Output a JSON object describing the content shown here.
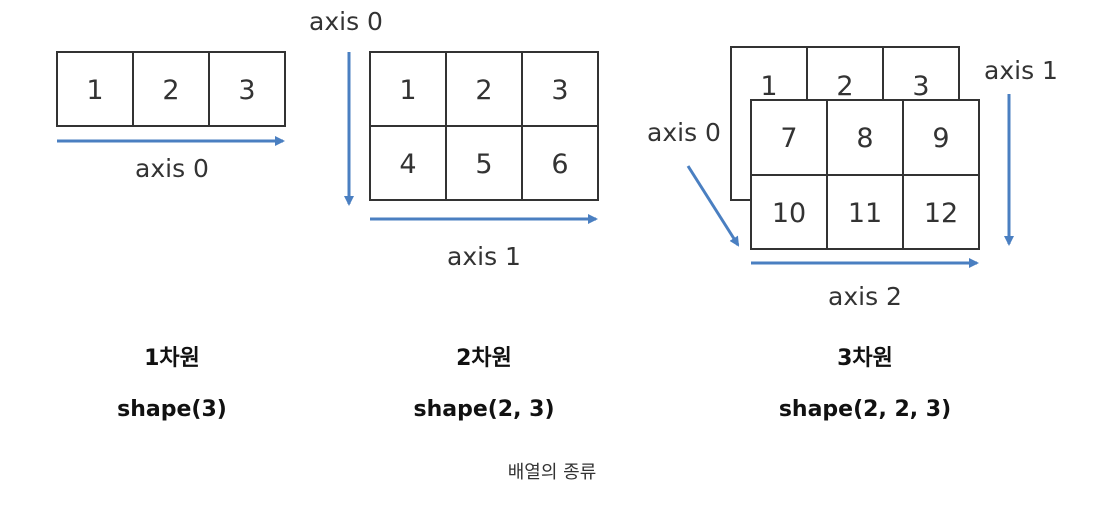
{
  "colors": {
    "arrow": "#4a7fc1",
    "grid_line": "#333333",
    "text": "#333333"
  },
  "panels": {
    "one_d": {
      "cells": [
        "1",
        "2",
        "3"
      ],
      "axis_label": "axis 0",
      "title": "1차원",
      "shape": "shape(3)"
    },
    "two_d": {
      "cells": [
        "1",
        "2",
        "3",
        "4",
        "5",
        "6"
      ],
      "axis0_label": "axis 0",
      "axis1_label": "axis 1",
      "title": "2차원",
      "shape": "shape(2, 3)"
    },
    "three_d": {
      "back_cells": [
        "1",
        "2",
        "3"
      ],
      "front_cells": [
        "7",
        "8",
        "9",
        "10",
        "11",
        "12"
      ],
      "axis0_label": "axis 0",
      "axis1_label": "axis 1",
      "axis2_label": "axis 2",
      "title": "3차원",
      "shape": "shape(2, 2, 3)"
    }
  },
  "caption": "배열의 종류"
}
